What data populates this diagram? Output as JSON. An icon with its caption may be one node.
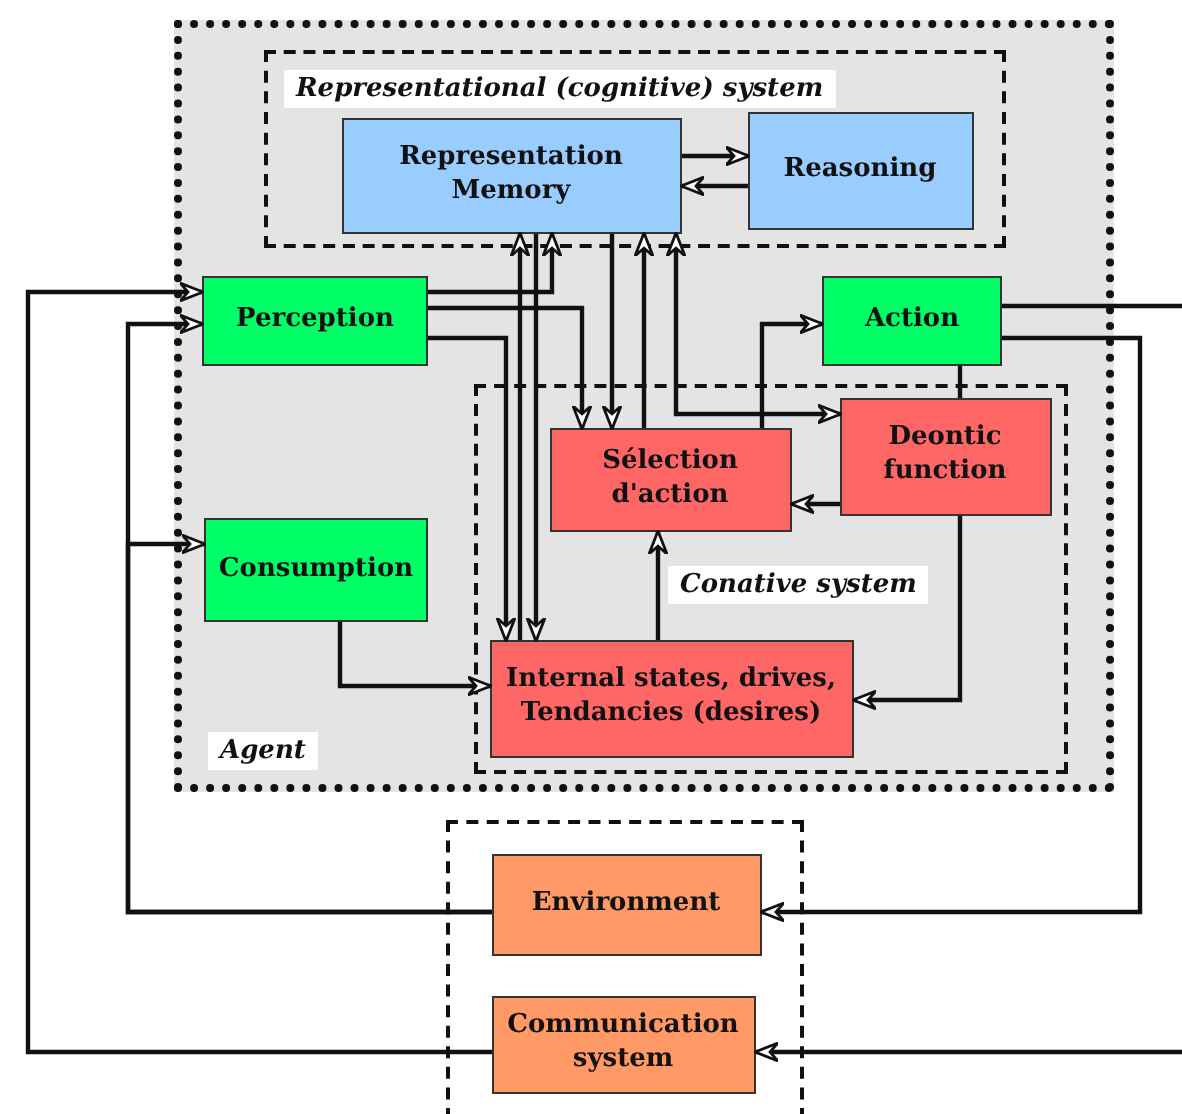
{
  "diagram": {
    "nodes": [
      {
        "text": [
          "Agent"
        ]
      },
      {
        "text": [
          "Representational (cognitive) system"
        ],
        "in": 0
      },
      {
        "text": [
          "Representation Memory"
        ],
        "in": 1
      },
      {
        "text": [
          "Reasoning"
        ],
        "in": 1
      },
      {
        "text": [
          "Perception"
        ],
        "in": 0
      },
      {
        "text": [
          "Action"
        ],
        "in": 0
      },
      {
        "text": [
          "Consumption"
        ],
        "in": 0
      },
      {
        "text": [
          "Conative system"
        ],
        "in": 0
      },
      {
        "text": [
          "Sélection d'action"
        ],
        "in": 7
      },
      {
        "text": [
          "Deontic function"
        ],
        "in": 7
      },
      {
        "text": [
          "Internal states, drives, Tendancies (desires)"
        ],
        "in": 7
      },
      {
        "text": [],
        "shape": "box"
      },
      {
        "text": [
          "Environment"
        ],
        "in": 11
      },
      {
        "text": [
          "Communication system"
        ],
        "in": 11
      }
    ],
    "edges": [
      {
        "from": 2,
        "to": 3,
        "arrow": "to"
      },
      {
        "from": 3,
        "to": 2,
        "arrow": "to"
      },
      {
        "from": 4,
        "to": 2,
        "arrow": "to"
      },
      {
        "from": 4,
        "to": 8,
        "arrow": "to"
      },
      {
        "from": 4,
        "to": 10,
        "arrow": "to"
      },
      {
        "from": 10,
        "to": 2,
        "arrow": "to"
      },
      {
        "from": 2,
        "to": 10,
        "arrow": "to"
      },
      {
        "from": 2,
        "to": 8,
        "arrow": "to"
      },
      {
        "from": 8,
        "to": 2,
        "arrow": "to"
      },
      {
        "from": 2,
        "to": 9,
        "arrow": "both"
      },
      {
        "from": 8,
        "to": 5,
        "arrow": "to"
      },
      {
        "from": 5,
        "to": 9,
        "arrow": "none"
      },
      {
        "from": 9,
        "to": 8,
        "arrow": "to"
      },
      {
        "from": 9,
        "to": 10,
        "arrow": "to"
      },
      {
        "from": 10,
        "to": 8,
        "arrow": "to"
      },
      {
        "from": 6,
        "to": 10,
        "arrow": "to"
      },
      {
        "from": 5,
        "to": null,
        "arrow": "none"
      },
      {
        "from": null,
        "to": 13,
        "arrow": "to"
      },
      {
        "from": 5,
        "to": 12,
        "arrow": "to"
      },
      {
        "from": 12,
        "to": 4,
        "arrow": "to"
      },
      {
        "from": 12,
        "to": 6,
        "arrow": "to"
      },
      {
        "from": 13,
        "to": 4,
        "arrow": "to"
      }
    ]
  }
}
